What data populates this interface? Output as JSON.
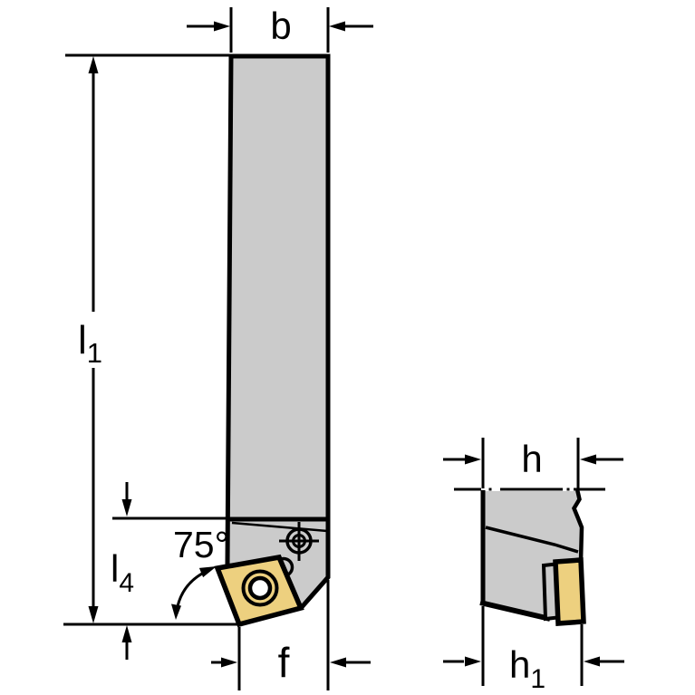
{
  "diagram": {
    "colors": {
      "background": "#ffffff",
      "steel_body": "#cbcbcb",
      "insert_yellow": "#edd07f",
      "outline": "#000000",
      "hole_center": "#ffffff"
    },
    "front_view": {
      "dim_b": {
        "label": "b"
      },
      "dim_l1": {
        "base": "l",
        "sub": "1"
      },
      "dim_l4": {
        "base": "l",
        "sub": "4"
      },
      "angle": {
        "label": "75°"
      },
      "dim_f": {
        "label": "f"
      }
    },
    "end_view": {
      "dim_h": {
        "label": "h"
      },
      "dim_h1": {
        "base": "h",
        "sub": "1"
      }
    },
    "icons": {
      "clamp": "crosshair-screw-icon",
      "lever": "lever-pin-icon",
      "hole": "insert-hole-icon"
    }
  }
}
